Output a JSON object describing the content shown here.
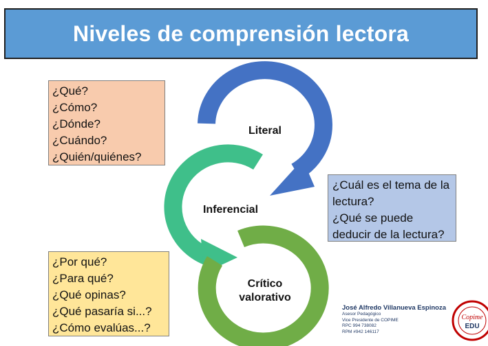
{
  "title": "Niveles de comprensión lectora",
  "levels": {
    "literal": "Literal",
    "inferencial": "Inferencial",
    "critico": [
      "Crítico",
      "valorativo"
    ]
  },
  "questions": {
    "literal": [
      "¿Qué?",
      "¿Cómo?",
      "¿Dónde?",
      "¿Cuándo?",
      "¿Quién/quiénes?"
    ],
    "inferencial": [
      "¿Cuál es el tema de la",
      "lectura?",
      "¿Qué se puede",
      "deducir de la lectura?"
    ],
    "critico": [
      "¿Por qué?",
      "¿Para qué?",
      "¿Qué opinas?",
      "¿Qué pasaría si...?",
      "¿Cómo evalúas...?"
    ]
  },
  "author": {
    "name": "José Alfredo Villanueva Espinoza",
    "lines": [
      "Asesor Pedagógico",
      "Vice Presidente de COPIME",
      "RPC     994 738082",
      "RPM  #942 146117"
    ]
  },
  "logo": {
    "text_top": "Copime",
    "text_bottom": "EDU"
  },
  "colors": {
    "title_bg": "#5b9bd5",
    "literal_ring": "#4472c4",
    "inferencial_ring": "#3fbf8a",
    "critico_ring": "#70ad47",
    "literal_box": "#f8cbad",
    "inferencial_box": "#b4c7e7",
    "critico_box": "#ffe699"
  }
}
